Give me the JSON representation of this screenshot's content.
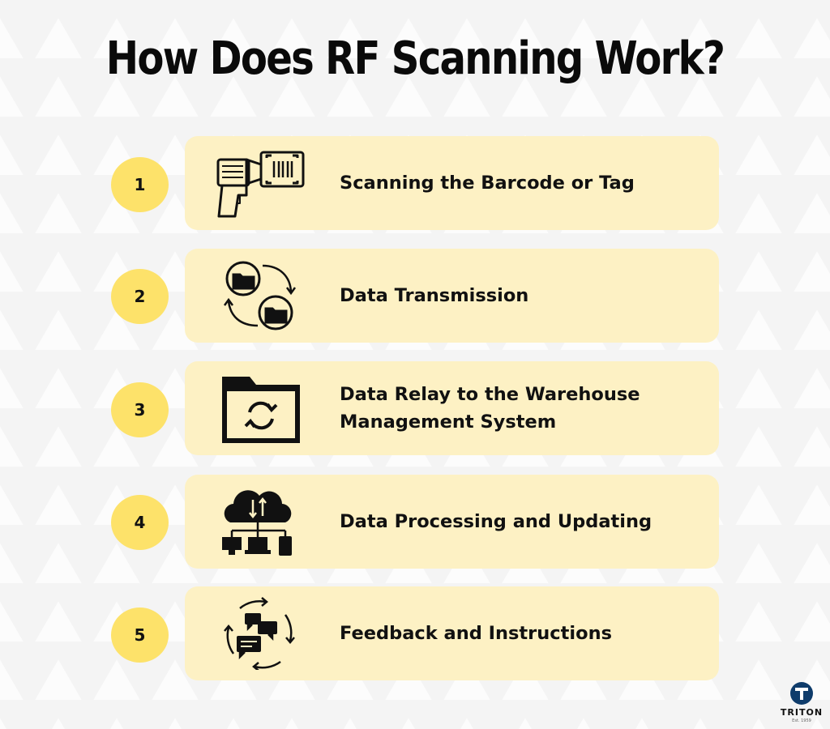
{
  "title": "How Does RF Scanning Work?",
  "accent_color": "#fde26a",
  "card_color": "#fdf1c4",
  "steps": [
    {
      "number": "1",
      "label": "Scanning the Barcode or Tag",
      "icon": "barcode-scanner-icon"
    },
    {
      "number": "2",
      "label": "Data Transmission",
      "icon": "folder-sync-icon"
    },
    {
      "number": "3",
      "label": "Data Relay to the Warehouse\nManagement System",
      "icon": "folder-refresh-icon"
    },
    {
      "number": "4",
      "label": "Data Processing and Updating",
      "icon": "cloud-network-icon"
    },
    {
      "number": "5",
      "label": "Feedback and Instructions",
      "icon": "chat-cycle-icon"
    }
  ],
  "logo": {
    "name": "TRITON",
    "tagline": "Est. 1959"
  }
}
